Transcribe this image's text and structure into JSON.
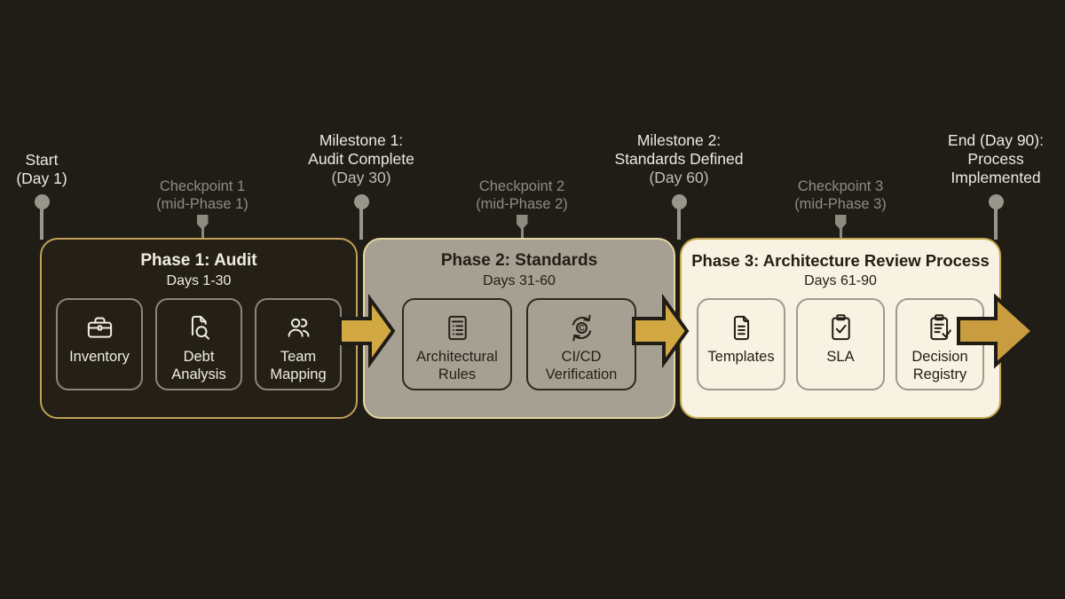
{
  "colors": {
    "background": "#201d17",
    "arrow_gold": "#d2a843",
    "phase1_border_gold": "#c2a055",
    "phase2_fill_gray": "#a6a093",
    "phase3_fill_cream": "#f7f2e1",
    "light_text": "#eeeae2",
    "muted_text": "#8f8b81",
    "dark_text": "#221e16",
    "marker_gray": "#9a958b"
  },
  "timeline": {
    "markers": [
      {
        "type": "milestone",
        "lines": [
          "Start",
          "(Day 1)"
        ]
      },
      {
        "type": "checkpoint",
        "lines": [
          "Checkpoint 1",
          "(mid-Phase 1)"
        ]
      },
      {
        "type": "milestone",
        "lines": [
          "Milestone 1:",
          "Audit Complete",
          "(Day 30)"
        ]
      },
      {
        "type": "checkpoint",
        "lines": [
          "Checkpoint 2",
          "(mid-Phase 2)"
        ]
      },
      {
        "type": "milestone",
        "lines": [
          "Milestone 2:",
          "Standards Defined",
          "(Day 60)"
        ]
      },
      {
        "type": "checkpoint",
        "lines": [
          "Checkpoint 3",
          "(mid-Phase 3)"
        ]
      },
      {
        "type": "milestone",
        "lines": [
          "End (Day 90):",
          "Process",
          "Implemented"
        ]
      }
    ]
  },
  "phases": [
    {
      "title": "Phase 1: Audit",
      "subtitle": "Days 1-30",
      "items": [
        {
          "icon": "briefcase-icon",
          "label": "Inventory"
        },
        {
          "icon": "file-search-icon",
          "label": "Debt Analysis"
        },
        {
          "icon": "team-icon",
          "label": "Team Mapping"
        }
      ]
    },
    {
      "title": "Phase 2: Standards",
      "subtitle": "Days 31-60",
      "items": [
        {
          "icon": "rules-list-icon",
          "label": "Architectural Rules"
        },
        {
          "icon": "ci-cd-cycle-icon",
          "label": "CI/CD Verification"
        }
      ]
    },
    {
      "title": "Phase 3: Architecture Review Process",
      "subtitle": "Days 61-90",
      "items": [
        {
          "icon": "document-icon",
          "label": "Templates"
        },
        {
          "icon": "clipboard-check-icon",
          "label": "SLA"
        },
        {
          "icon": "decision-registry-icon",
          "label": "Decision Registry"
        }
      ]
    }
  ]
}
